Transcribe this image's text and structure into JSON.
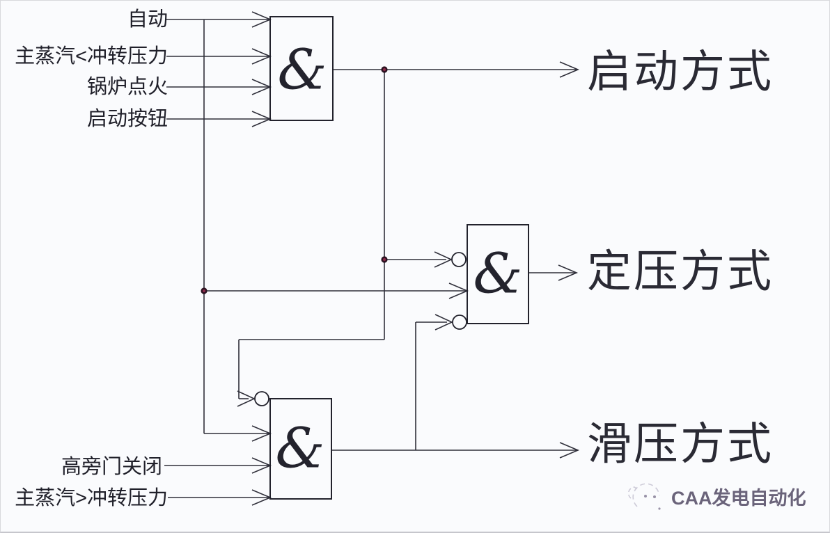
{
  "diagram": {
    "inputs": {
      "auto": "自动",
      "main_steam_lt_rolling_pressure": "主蒸汽<冲转压力",
      "boiler_ignition": "锅炉点火",
      "start_button": "启动按钮",
      "hp_bypass_closed": "高旁门关闭",
      "main_steam_gt_rolling_pressure": "主蒸汽>冲转压力"
    },
    "gates": {
      "and_symbol": "&"
    },
    "outputs": {
      "start_mode": "启动方式",
      "constant_pressure_mode": "定压方式",
      "sliding_pressure_mode": "滑压方式"
    },
    "watermark": {
      "text": "CAA发电自动化",
      "icon": "cat-face-doodle-icon"
    },
    "colors": {
      "background": "#fafbfd",
      "wire": "#2f2f3a",
      "gate_stroke": "#22222c",
      "junction_dot": "#8d2b4a",
      "input_text": "#20202a",
      "output_text": "#2a2a34",
      "watermark_text": "#3f3553"
    }
  }
}
